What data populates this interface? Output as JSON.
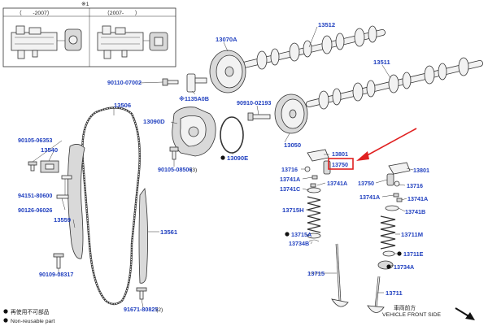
{
  "inset": {
    "note": "※1",
    "left_label": "（　　-2007）",
    "right_label": "（2007-　　）"
  },
  "labels": {
    "p13512": "13512",
    "p13070A": "13070A",
    "p13511": "13511",
    "p90110_07002": "90110-07002",
    "p13506": "13506",
    "p1135A0B": "※1135A0B",
    "p90910_02193": "90910-02193",
    "p13090D": "13090D",
    "p90105_06353": "90105-06353",
    "p13540": "13540",
    "p13090E": "13090E",
    "p13050": "13050",
    "p90105_08506": "90105-08506",
    "p3": "(3)",
    "p13801a": "13801",
    "p13750": "13750",
    "p13716a": "13716",
    "p13801b": "13801",
    "p13741Aa": "13741A",
    "p13741Ab": "13741A",
    "p13750b": "13750",
    "p13716b": "13716",
    "p94151_80600": "94151-80600",
    "p13741C": "13741C",
    "p13741Ac": "13741A",
    "p13741Ad": "13741A",
    "p90126_06026": "90126-06026",
    "p13715H": "13715H",
    "p13741B": "13741B",
    "p13559": "13559",
    "p13561": "13561",
    "p13715A": "13715A",
    "p13711M": "13711M",
    "p13734B": "13734B",
    "p13711E": "13711E",
    "p90109_08317": "90109-08317",
    "p13734A": "13734A",
    "p13715": "13715",
    "p13711": "13711",
    "p91671_80825": "91671-80825",
    "p2": "(2)"
  },
  "legend": {
    "jp": "再使用不可部品",
    "en": "Non-reusable part"
  },
  "direction": {
    "jp": "車両前方",
    "en": "VEHICLE FRONT SIDE"
  },
  "colors": {
    "label": "#1f3fbf",
    "highlight": "#e02020"
  }
}
